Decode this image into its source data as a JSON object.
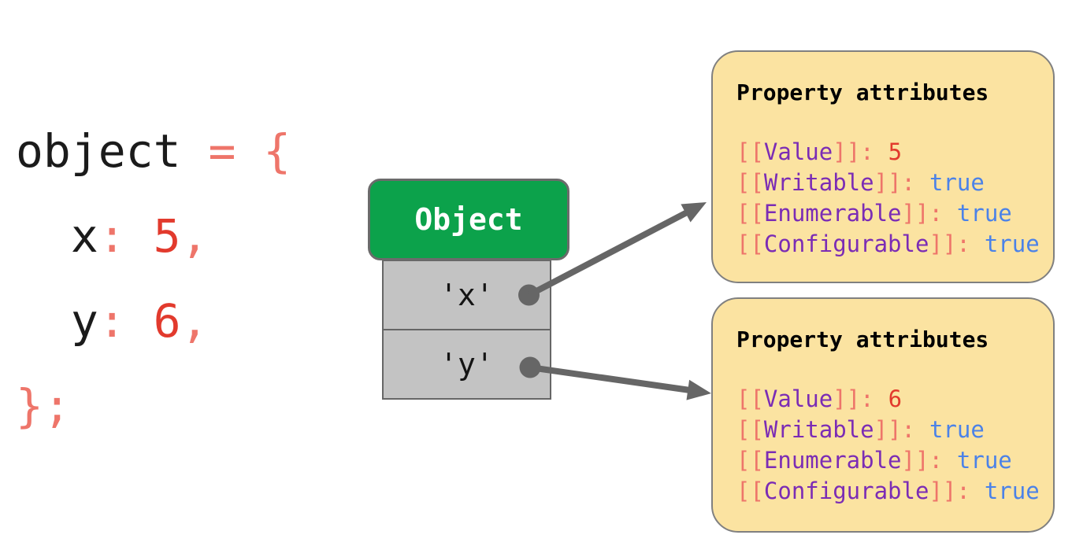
{
  "colors": {
    "background": "#ffffff",
    "code_text": "#1b1b1b",
    "punctuation_salmon": "#ee756a",
    "number_red": "#e23a2d",
    "property_name_purple": "#7b2cb5",
    "boolean_blue": "#4b82e8",
    "object_header_green": "#0ca24b",
    "object_header_text": "#ffffff",
    "cell_gray": "#c3c3c3",
    "cell_border": "#666666",
    "arrow_gray": "#666666",
    "attr_box_yellow": "#fbe3a1",
    "attr_box_border": "#808080"
  },
  "code": {
    "lines": [
      {
        "tokens": [
          {
            "text": "object ",
            "type": "identifier"
          },
          {
            "text": "= {",
            "type": "punctuation"
          }
        ]
      },
      {
        "tokens": [
          {
            "text": "  x",
            "type": "identifier"
          },
          {
            "text": ":",
            "type": "punctuation"
          },
          {
            "text": " 5",
            "type": "number"
          },
          {
            "text": ",",
            "type": "punctuation"
          }
        ]
      },
      {
        "tokens": [
          {
            "text": "  y",
            "type": "identifier"
          },
          {
            "text": ":",
            "type": "punctuation"
          },
          {
            "text": " 6",
            "type": "number"
          },
          {
            "text": ",",
            "type": "punctuation"
          }
        ]
      },
      {
        "tokens": [
          {
            "text": "};",
            "type": "punctuation"
          }
        ]
      }
    ]
  },
  "object_box": {
    "header": "Object",
    "keys": [
      "'x'",
      "'y'"
    ]
  },
  "syntax": {
    "open": "[[",
    "close": "]]:"
  },
  "attribute_boxes": [
    {
      "title": "Property attributes",
      "attributes": [
        {
          "name": "Value",
          "value": "5",
          "value_type": "number"
        },
        {
          "name": "Writable",
          "value": "true",
          "value_type": "boolean"
        },
        {
          "name": "Enumerable",
          "value": "true",
          "value_type": "boolean"
        },
        {
          "name": "Configurable",
          "value": "true",
          "value_type": "boolean"
        }
      ]
    },
    {
      "title": "Property attributes",
      "attributes": [
        {
          "name": "Value",
          "value": "6",
          "value_type": "number"
        },
        {
          "name": "Writable",
          "value": "true",
          "value_type": "boolean"
        },
        {
          "name": "Enumerable",
          "value": "true",
          "value_type": "boolean"
        },
        {
          "name": "Configurable",
          "value": "true",
          "value_type": "boolean"
        }
      ]
    }
  ],
  "arrows": [
    {
      "from": "object-key-x",
      "to": "property-attributes-box-1"
    },
    {
      "from": "object-key-y",
      "to": "property-attributes-box-2"
    }
  ]
}
